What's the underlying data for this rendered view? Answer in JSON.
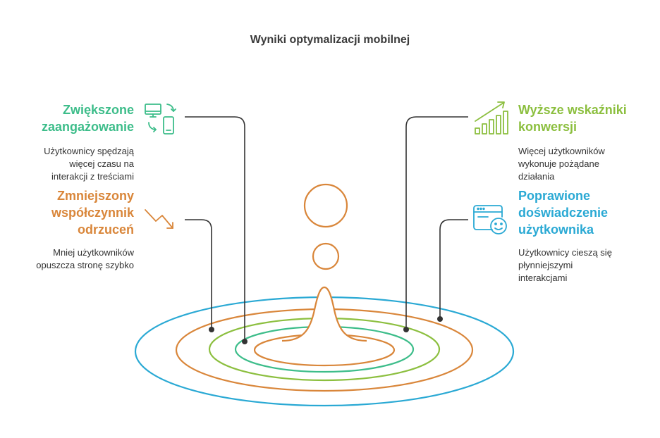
{
  "title": "Wyniki optymalizacji mobilnej",
  "items": [
    {
      "heading": [
        "Zwiększone",
        "zaangażowanie"
      ],
      "description": [
        "Użytkownicy spędzają",
        "więcej czasu na",
        "interakcji z treściami"
      ],
      "color": "#3dbd8a",
      "icon": "devices-sync-icon"
    },
    {
      "heading": [
        "Zmniejszony",
        "współczynnik",
        "odrzuceń"
      ],
      "description": [
        "Mniej użytkowników",
        "opuszcza stronę szybko"
      ],
      "color": "#d9863a",
      "icon": "trend-down-icon"
    },
    {
      "heading": [
        "Wyższe wskaźniki",
        "konwersji"
      ],
      "description": [
        "Więcej użytkowników",
        "wykonuje pożądane",
        "działania"
      ],
      "color": "#8cbf3f",
      "icon": "growth-chart-icon"
    },
    {
      "heading": [
        "Poprawione",
        "doświadczenie",
        "użytkownika"
      ],
      "description": [
        "Użytkownicy cieszą się",
        "płynniejszymi",
        "interakcjami"
      ],
      "color": "#2aa9d4",
      "icon": "browser-smiley-icon"
    }
  ],
  "colors": {
    "ring_blue": "#2aa9d4",
    "ring_orange": "#d9863a",
    "ring_green": "#8cbf3f",
    "ring_teal": "#3dbd8a",
    "connector": "#333333"
  }
}
